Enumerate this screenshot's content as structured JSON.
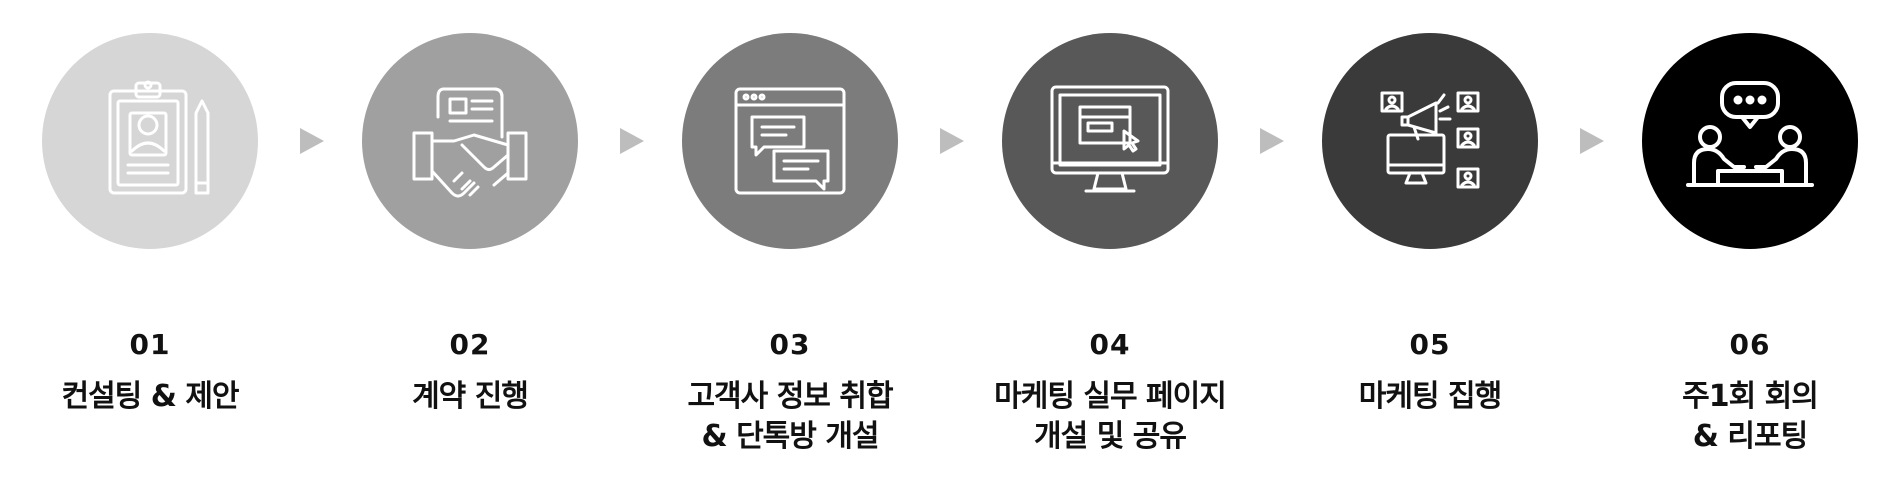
{
  "steps": [
    {
      "number": "01",
      "title": "컨설팅 & 제안",
      "icon": "clipboard-resume-icon",
      "color": "#d6d6d6"
    },
    {
      "number": "02",
      "title": "계약 진행",
      "icon": "handshake-contract-icon",
      "color": "#a0a0a0"
    },
    {
      "number": "03",
      "title": "고객사 정보 취합\n& 단톡방 개설",
      "icon": "browser-chat-icon",
      "color": "#7c7c7c"
    },
    {
      "number": "04",
      "title": "마케팅 실무 페이지\n개설 및 공유",
      "icon": "monitor-webpage-icon",
      "color": "#585858"
    },
    {
      "number": "05",
      "title": "마케팅 집행",
      "icon": "megaphone-marketing-icon",
      "color": "#3a3a3a"
    },
    {
      "number": "06",
      "title": "주1회 회의\n& 리포팅",
      "icon": "meeting-discussion-icon",
      "color": "#000000"
    }
  ],
  "arrow_color": "#bdbdbd"
}
